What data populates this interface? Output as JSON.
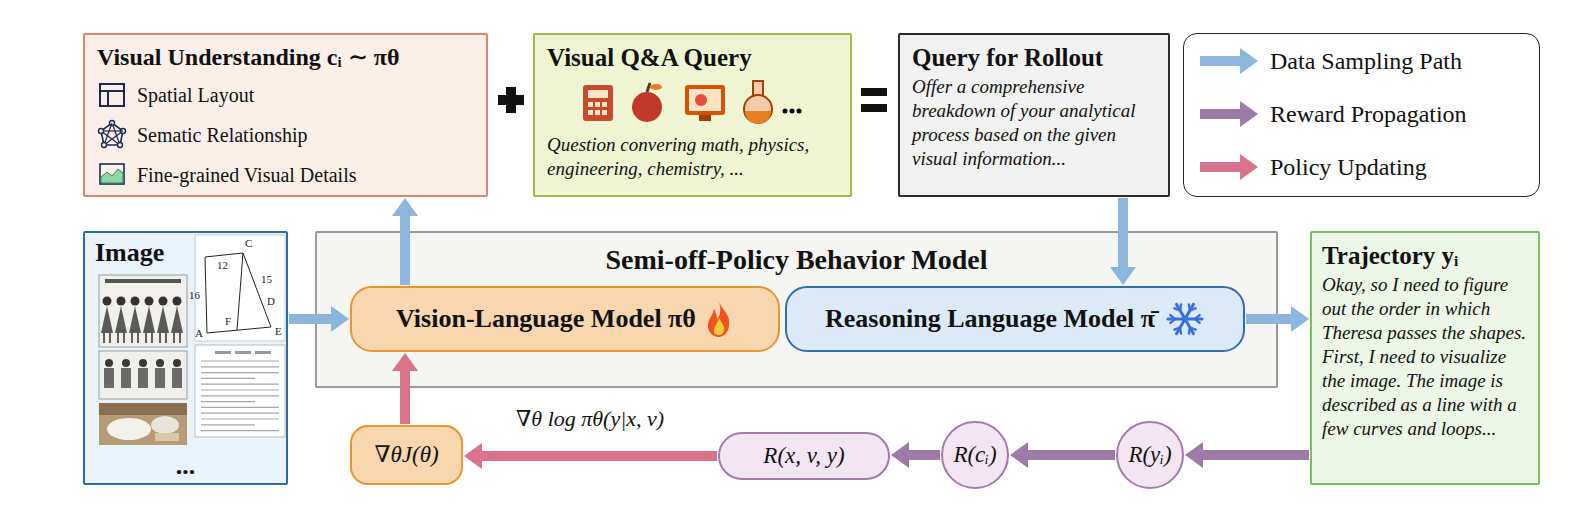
{
  "diagram": {
    "nodes": [
      {
        "text": [
          "Visual Understanding cᵢ ∼ πθ",
          "Spatial Layout",
          "Sematic Relationship",
          "Fine-grained Visual Details"
        ]
      },
      {
        "text": [
          "Visual Q&A Query",
          "Question convering math, physics, engineering, chemistry, ..."
        ]
      },
      {
        "text": [
          "Query for Rollout",
          "Offer a comprehensive breakdown of your analytical process based on the given visual information..."
        ]
      },
      {
        "text": [
          "Image",
          "..."
        ]
      },
      {
        "text": [
          "Semi-off-Policy Behavior Model"
        ]
      },
      {
        "text": [
          "Vision-Language Model πθ"
        ],
        "in": 4
      },
      {
        "text": [
          "Reasoning Language Model π̄"
        ],
        "in": 4
      },
      {
        "text": [
          "Trajectory yᵢ",
          "Okay, so I need to figure out the order in which Theresa passes the shapes. First, I need to visualize the image. The image is described as a line with a few curves and loops..."
        ]
      },
      {
        "text": [
          "∇θJ(θ)"
        ]
      },
      {
        "text": [
          "R(x, v, y)"
        ]
      },
      {
        "text": [
          "R(cᵢ)"
        ]
      },
      {
        "text": [
          "R(yᵢ)"
        ]
      }
    ],
    "edges": [
      {
        "from": 3,
        "to": 5,
        "arrow": "to"
      },
      {
        "from": 5,
        "to": 0,
        "arrow": "to"
      },
      {
        "from": 2,
        "to": 6,
        "arrow": "to"
      },
      {
        "from": 6,
        "to": 7,
        "arrow": "to"
      },
      {
        "from": 7,
        "to": 11,
        "arrow": "to"
      },
      {
        "from": 11,
        "to": 10,
        "arrow": "to"
      },
      {
        "from": 10,
        "to": 9,
        "arrow": "to"
      },
      {
        "from": 9,
        "to": 8,
        "label": "∇θ log πθ(y|x, v)",
        "arrow": "to"
      },
      {
        "from": 8,
        "to": 5,
        "arrow": "to"
      }
    ],
    "labels": [
      "12",
      "C",
      "15",
      "16",
      "D",
      "A",
      "F",
      "E"
    ],
    "legend": [
      {
        "text": "Data Sampling Path"
      },
      {
        "text": "Reward Propagation"
      },
      {
        "text": "Policy Updating"
      }
    ]
  }
}
